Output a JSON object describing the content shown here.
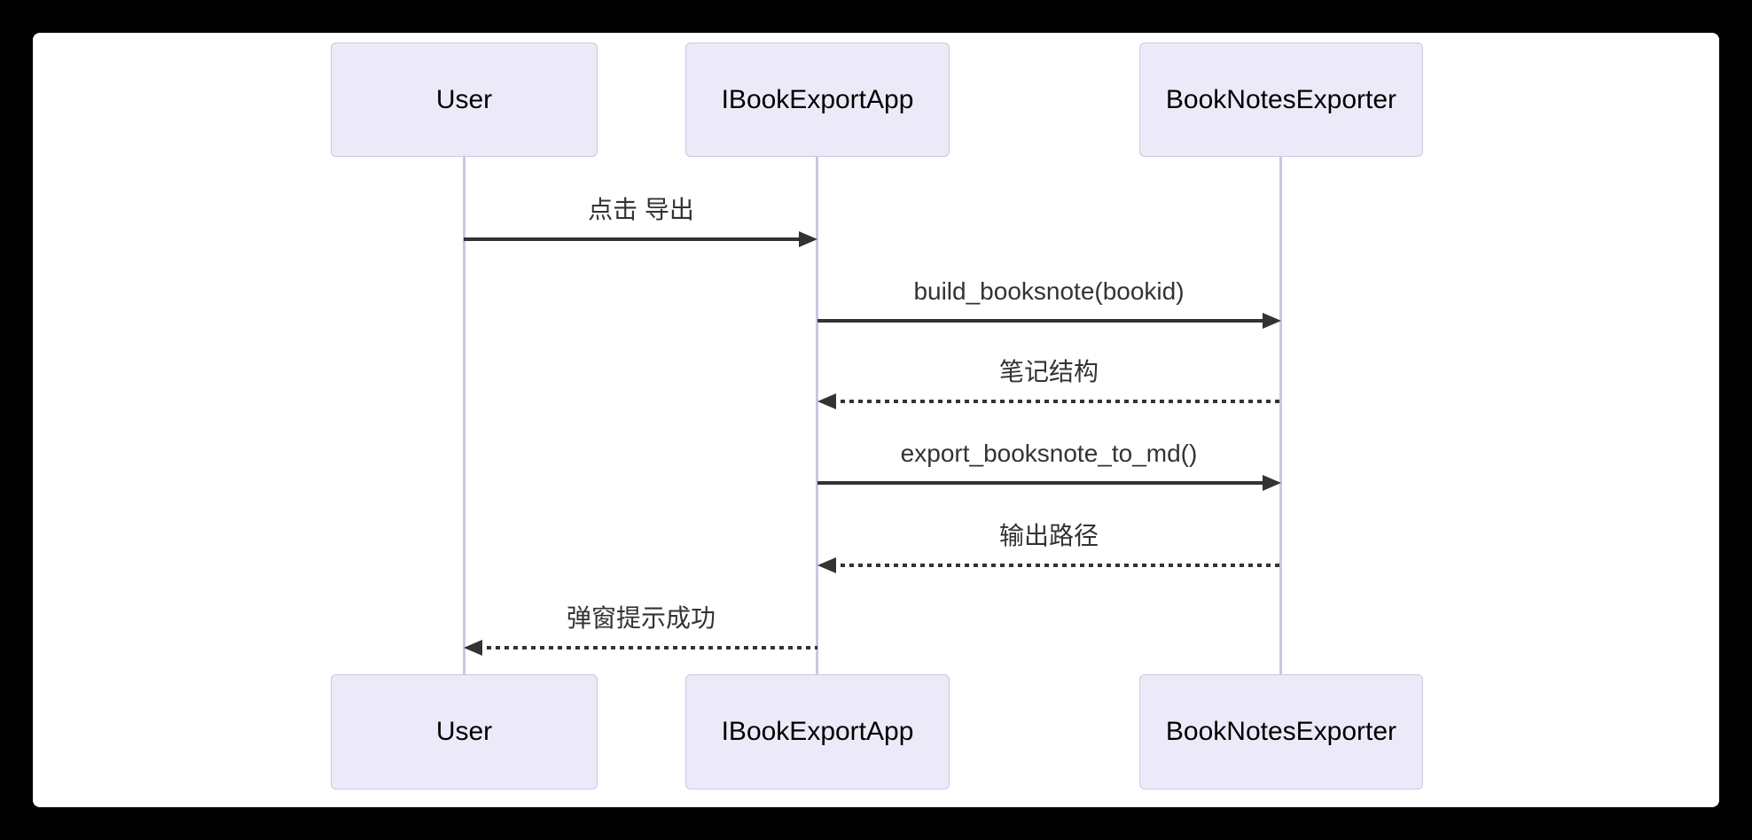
{
  "diagram": {
    "type": "sequence-diagram",
    "actors": [
      {
        "name": "User"
      },
      {
        "name": "IBookExportApp"
      },
      {
        "name": "BookNotesExporter"
      }
    ],
    "messages": [
      {
        "from": "User",
        "to": "IBookExportApp",
        "text": "点击 导出",
        "line": "solid",
        "direction": "right"
      },
      {
        "from": "IBookExportApp",
        "to": "BookNotesExporter",
        "text": "build_booksnote(bookid)",
        "line": "solid",
        "direction": "right"
      },
      {
        "from": "BookNotesExporter",
        "to": "IBookExportApp",
        "text": "笔记结构",
        "line": "dashed",
        "direction": "left"
      },
      {
        "from": "IBookExportApp",
        "to": "BookNotesExporter",
        "text": "export_booksnote_to_md()",
        "line": "solid",
        "direction": "right"
      },
      {
        "from": "BookNotesExporter",
        "to": "IBookExportApp",
        "text": "输出路径",
        "line": "dashed",
        "direction": "left"
      },
      {
        "from": "IBookExportApp",
        "to": "User",
        "text": "弹窗提示成功",
        "line": "dashed",
        "direction": "left"
      }
    ],
    "colors": {
      "page_background": "#000000",
      "canvas_background": "#FFFFFF",
      "actor_fill": "#ECEAF8",
      "actor_border": "#CCC6E4",
      "lifeline": "#CCC6E4",
      "arrow": "#333333",
      "actor_text": "#000000",
      "message_text": "#333333"
    }
  }
}
